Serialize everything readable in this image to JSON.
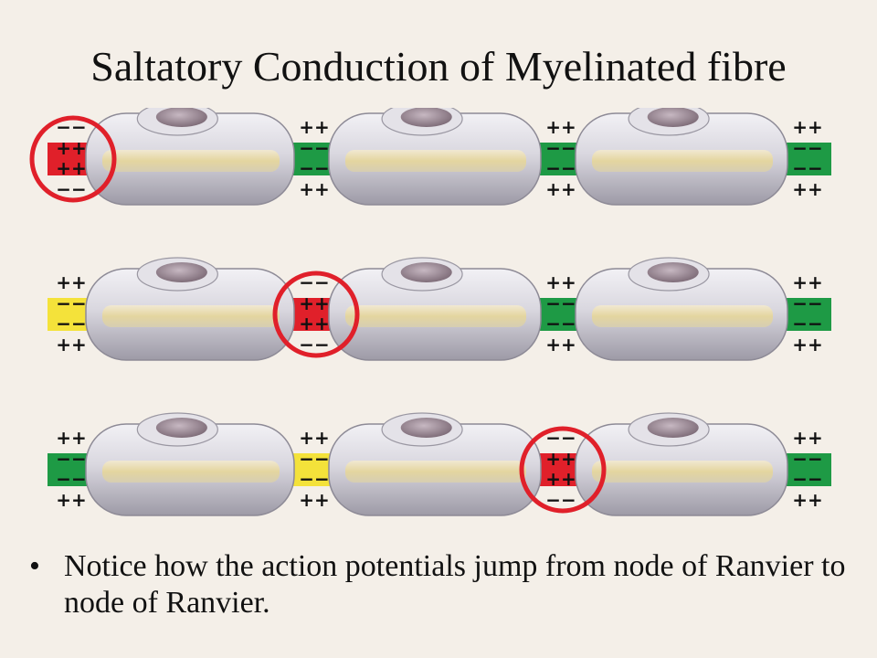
{
  "title": "Saltatory Conduction of Myelinated fibre",
  "bullet": "Notice how the action potentials jump from node of Ranvier to node of Ranvier.",
  "colors": {
    "active": "#e0202a",
    "resting": "#1e9a45",
    "refractory": "#f4e23a",
    "circle": "#e0202a",
    "myelin": "#d7d5dd",
    "axon": "#e8d9a0"
  },
  "labels": {
    "outside_active": "−−",
    "inside_active": "++",
    "outside_resting": "++",
    "inside_resting": "−−"
  },
  "rows": [
    {
      "nodes": [
        "active",
        "resting",
        "resting",
        "resting"
      ],
      "highlighted_node": 0
    },
    {
      "nodes": [
        "refractory",
        "active",
        "resting",
        "resting"
      ],
      "highlighted_node": 1
    },
    {
      "nodes": [
        "resting",
        "refractory",
        "active",
        "resting"
      ],
      "highlighted_node": 2
    }
  ]
}
